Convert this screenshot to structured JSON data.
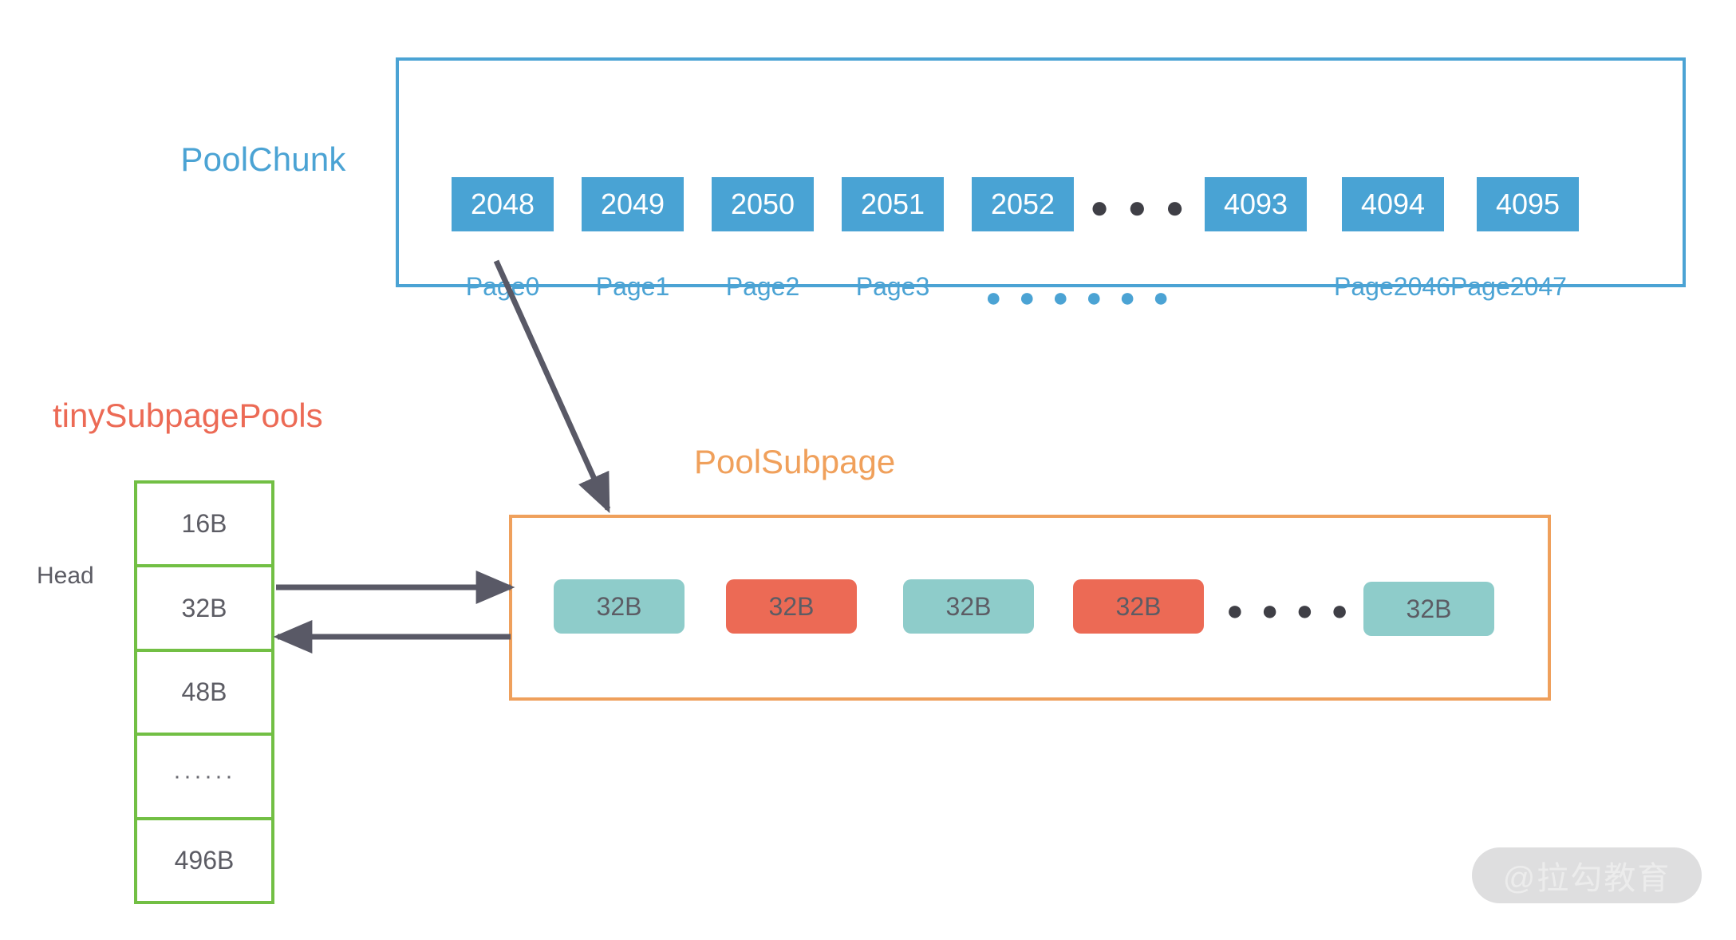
{
  "colors": {
    "chunk_blue": "#49A3D4",
    "chunk_border": "#4BA3D4",
    "green": "#72BF44",
    "orange": "#EFA05C",
    "red": "#EC6A55",
    "teal": "#8ECCCA",
    "arrow_gray": "#595966",
    "text_gray": "#5c5c64"
  },
  "poolchunk": {
    "title": "PoolChunk",
    "cells": [
      {
        "value": "2048",
        "page": "Page0"
      },
      {
        "value": "2049",
        "page": "Page1"
      },
      {
        "value": "2050",
        "page": "Page2"
      },
      {
        "value": "2051",
        "page": "Page3"
      },
      {
        "value": "2052",
        "page": ""
      },
      {
        "value": "4093",
        "page": ""
      },
      {
        "value": "4094",
        "page": "Page2046"
      },
      {
        "value": "4095",
        "page": "Page2047"
      }
    ],
    "cell_ellipsis": "● ● ● ● ● ●",
    "page_ellipsis": "● ● ● ● ● ●"
  },
  "tiny_subpage_pools": {
    "title": "tinySubpagePools",
    "head_label": "Head",
    "cells": [
      {
        "label": "16B"
      },
      {
        "label": "32B"
      },
      {
        "label": "48B"
      },
      {
        "label": "······"
      },
      {
        "label": "496B"
      }
    ]
  },
  "poolsubpage": {
    "title": "PoolSubpage",
    "blocks": [
      {
        "label": "32B",
        "state": "free"
      },
      {
        "label": "32B",
        "state": "used"
      },
      {
        "label": "32B",
        "state": "free"
      },
      {
        "label": "32B",
        "state": "used"
      },
      {
        "label": "32B",
        "state": "free"
      }
    ],
    "ellipsis": "● ● ● ● ● ●"
  },
  "watermark": {
    "text": "@拉勾教育"
  }
}
